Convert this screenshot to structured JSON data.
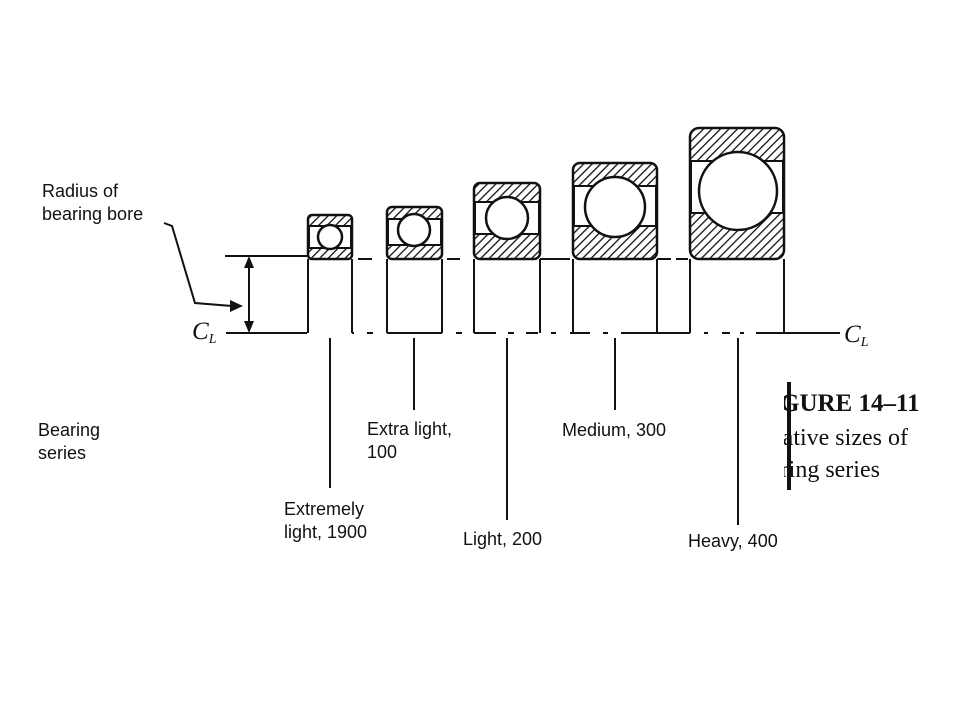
{
  "labels": {
    "bore_line1": "Radius of",
    "bore_line2": "bearing bore",
    "series_line1": "Bearing",
    "series_line2": "series",
    "cl_letter": "C",
    "cl_sub": "L"
  },
  "series": [
    {
      "key": "extremely-light",
      "line1": "Extremely",
      "line2": "light, 1900"
    },
    {
      "key": "extra-light",
      "line1": "Extra light,",
      "line2": "100"
    },
    {
      "key": "light",
      "line1": "Light, 200"
    },
    {
      "key": "medium",
      "line1": "Medium, 300"
    },
    {
      "key": "heavy",
      "line1": "Heavy, 400"
    }
  ],
  "caption": {
    "line1": "GURE 14–11",
    "line2": "lative sizes of",
    "line3": "aring series"
  }
}
